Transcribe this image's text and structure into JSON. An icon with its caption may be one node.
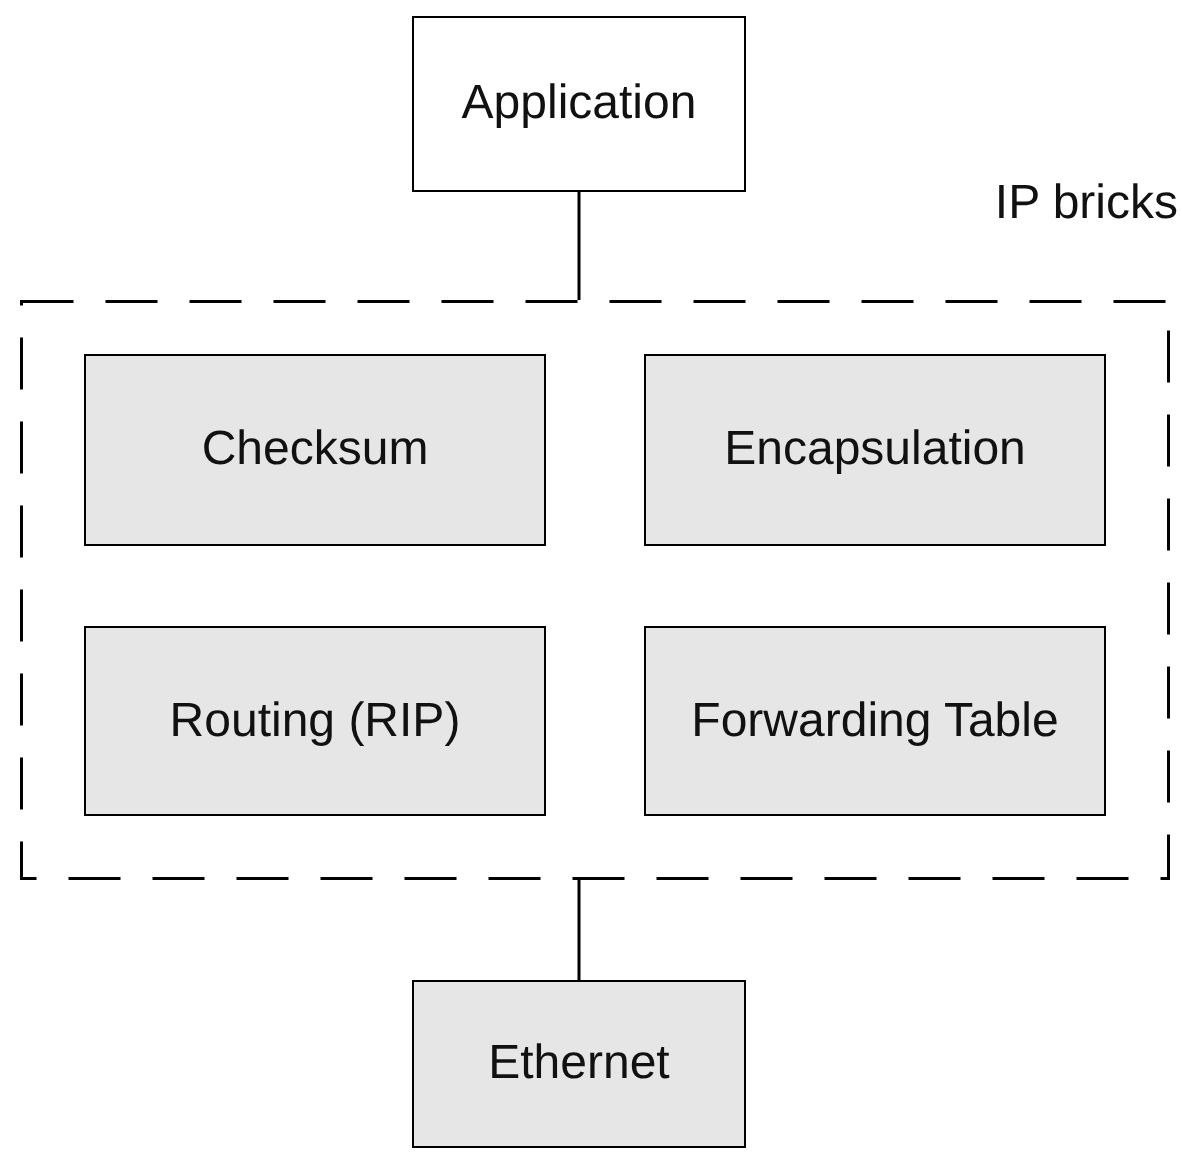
{
  "diagram": {
    "nodes": [
      {
        "text": [
          "Application"
        ]
      },
      {
        "text": [
          "IP bricks"
        ]
      },
      {
        "text": [
          "Checksum"
        ],
        "in": 1
      },
      {
        "text": [
          "Encapsulation"
        ],
        "in": 1
      },
      {
        "text": [
          "Routing (RIP)"
        ],
        "in": 1
      },
      {
        "text": [
          "Forwarding Table"
        ],
        "in": 1
      },
      {
        "text": [
          "Ethernet"
        ]
      }
    ],
    "edges": [
      {
        "from": 0,
        "to": 1,
        "arrow": "none"
      },
      {
        "from": 1,
        "to": 6,
        "arrow": "none"
      }
    ]
  }
}
